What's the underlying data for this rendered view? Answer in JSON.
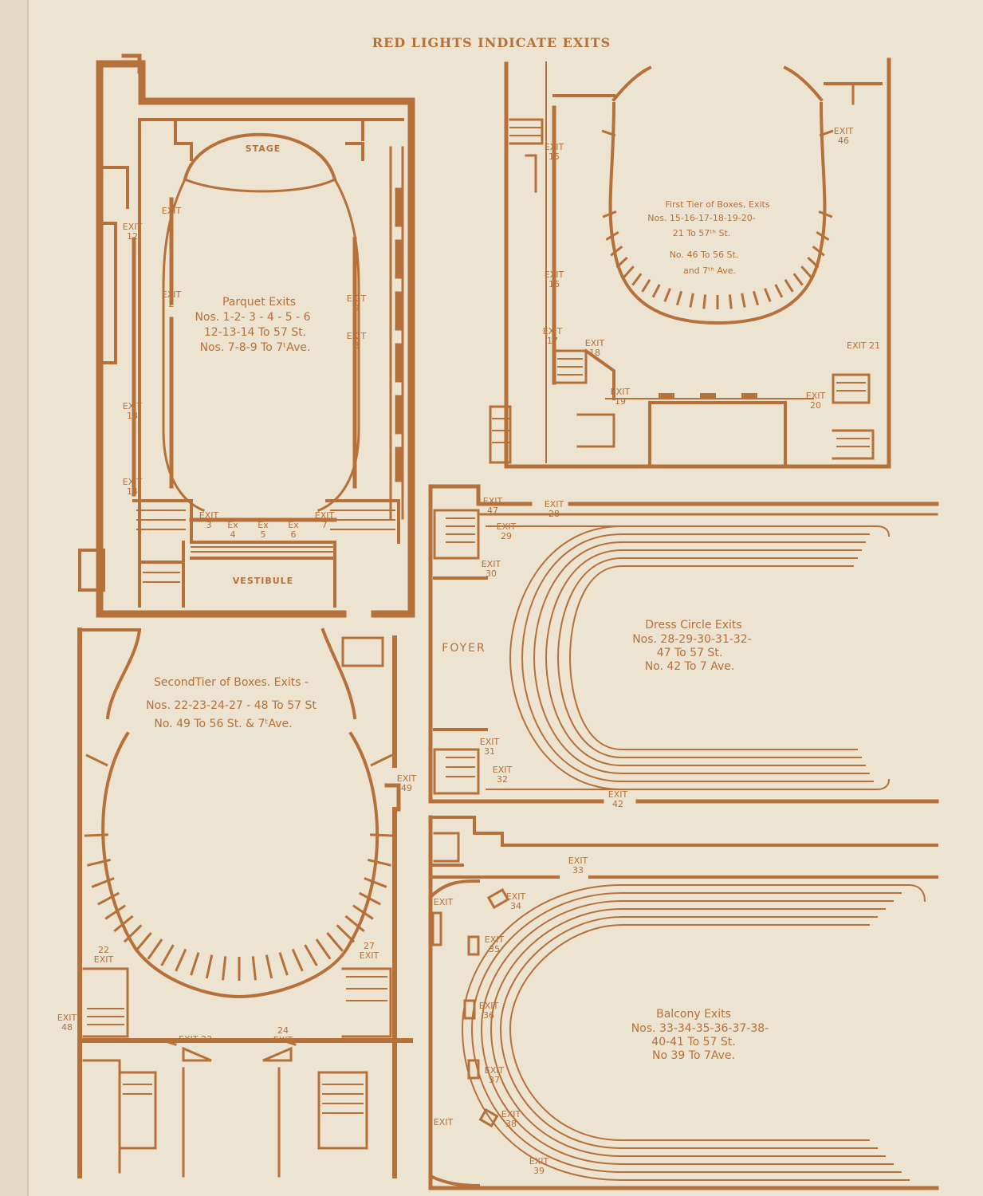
{
  "title": "RED LIGHTS INDICATE EXITS",
  "colors": {
    "ink": "#b6703a",
    "paper": "#ece3d1"
  },
  "panels": {
    "parquet": {
      "rooms": {
        "stage": "STAGE",
        "vestibule": "VESTIBULE"
      },
      "caption": [
        "Parquet Exits",
        "Nos. 1-2- 3 - 4 - 5 - 6",
        "12-13-14 To 57 St.",
        "Nos. 7-8-9 To 7ᵗAve."
      ]
    },
    "first_tier": {
      "caption": [
        "First Tier of Boxes, Exits",
        "Nos. 15-16-17-18-19-20-",
        "21 To 57ᵗʰ St.",
        "No. 46 To 56 St.",
        "and 7ᵗʰ Ave."
      ]
    },
    "dress_circle": {
      "rooms": {
        "foyer": "FOYER"
      },
      "caption": [
        "Dress Circle Exits",
        "Nos. 28-29-30-31-32-",
        "47 To 57 St.",
        "No. 42 To 7 Ave."
      ]
    },
    "second_tier": {
      "caption": [
        "SecondTier of Boxes. Exits -",
        "Nos. 22-23-24-27 - 48 To 57 St",
        "No. 49 To 56 St. & 7ᵗAve."
      ]
    },
    "balcony": {
      "caption": [
        "Balcony Exits",
        "Nos. 33-34-35-36-37-38-",
        "40-41 To 57 St.",
        "No 39 To 7Ave."
      ]
    }
  },
  "exit_word": "EXIT",
  "ex_word": "Ex",
  "exits": [
    {
      "n": "1"
    },
    {
      "n": "2"
    },
    {
      "n": "3"
    },
    {
      "n": "4"
    },
    {
      "n": "5"
    },
    {
      "n": "6"
    },
    {
      "n": "7"
    },
    {
      "n": "8"
    },
    {
      "n": "9"
    },
    {
      "n": "12"
    },
    {
      "n": "13"
    },
    {
      "n": "14"
    },
    {
      "n": "15"
    },
    {
      "n": "16"
    },
    {
      "n": "17"
    },
    {
      "n": "18"
    },
    {
      "n": "19"
    },
    {
      "n": "20"
    },
    {
      "n": "21"
    },
    {
      "n": "46"
    },
    {
      "n": "28"
    },
    {
      "n": "29"
    },
    {
      "n": "30"
    },
    {
      "n": "31"
    },
    {
      "n": "32"
    },
    {
      "n": "42"
    },
    {
      "n": "47"
    },
    {
      "n": "22"
    },
    {
      "n": "23"
    },
    {
      "n": "24"
    },
    {
      "n": "27"
    },
    {
      "n": "48"
    },
    {
      "n": "49"
    },
    {
      "n": "33"
    },
    {
      "n": "34"
    },
    {
      "n": "35"
    },
    {
      "n": "36"
    },
    {
      "n": "37"
    },
    {
      "n": "38"
    },
    {
      "n": "39"
    }
  ]
}
